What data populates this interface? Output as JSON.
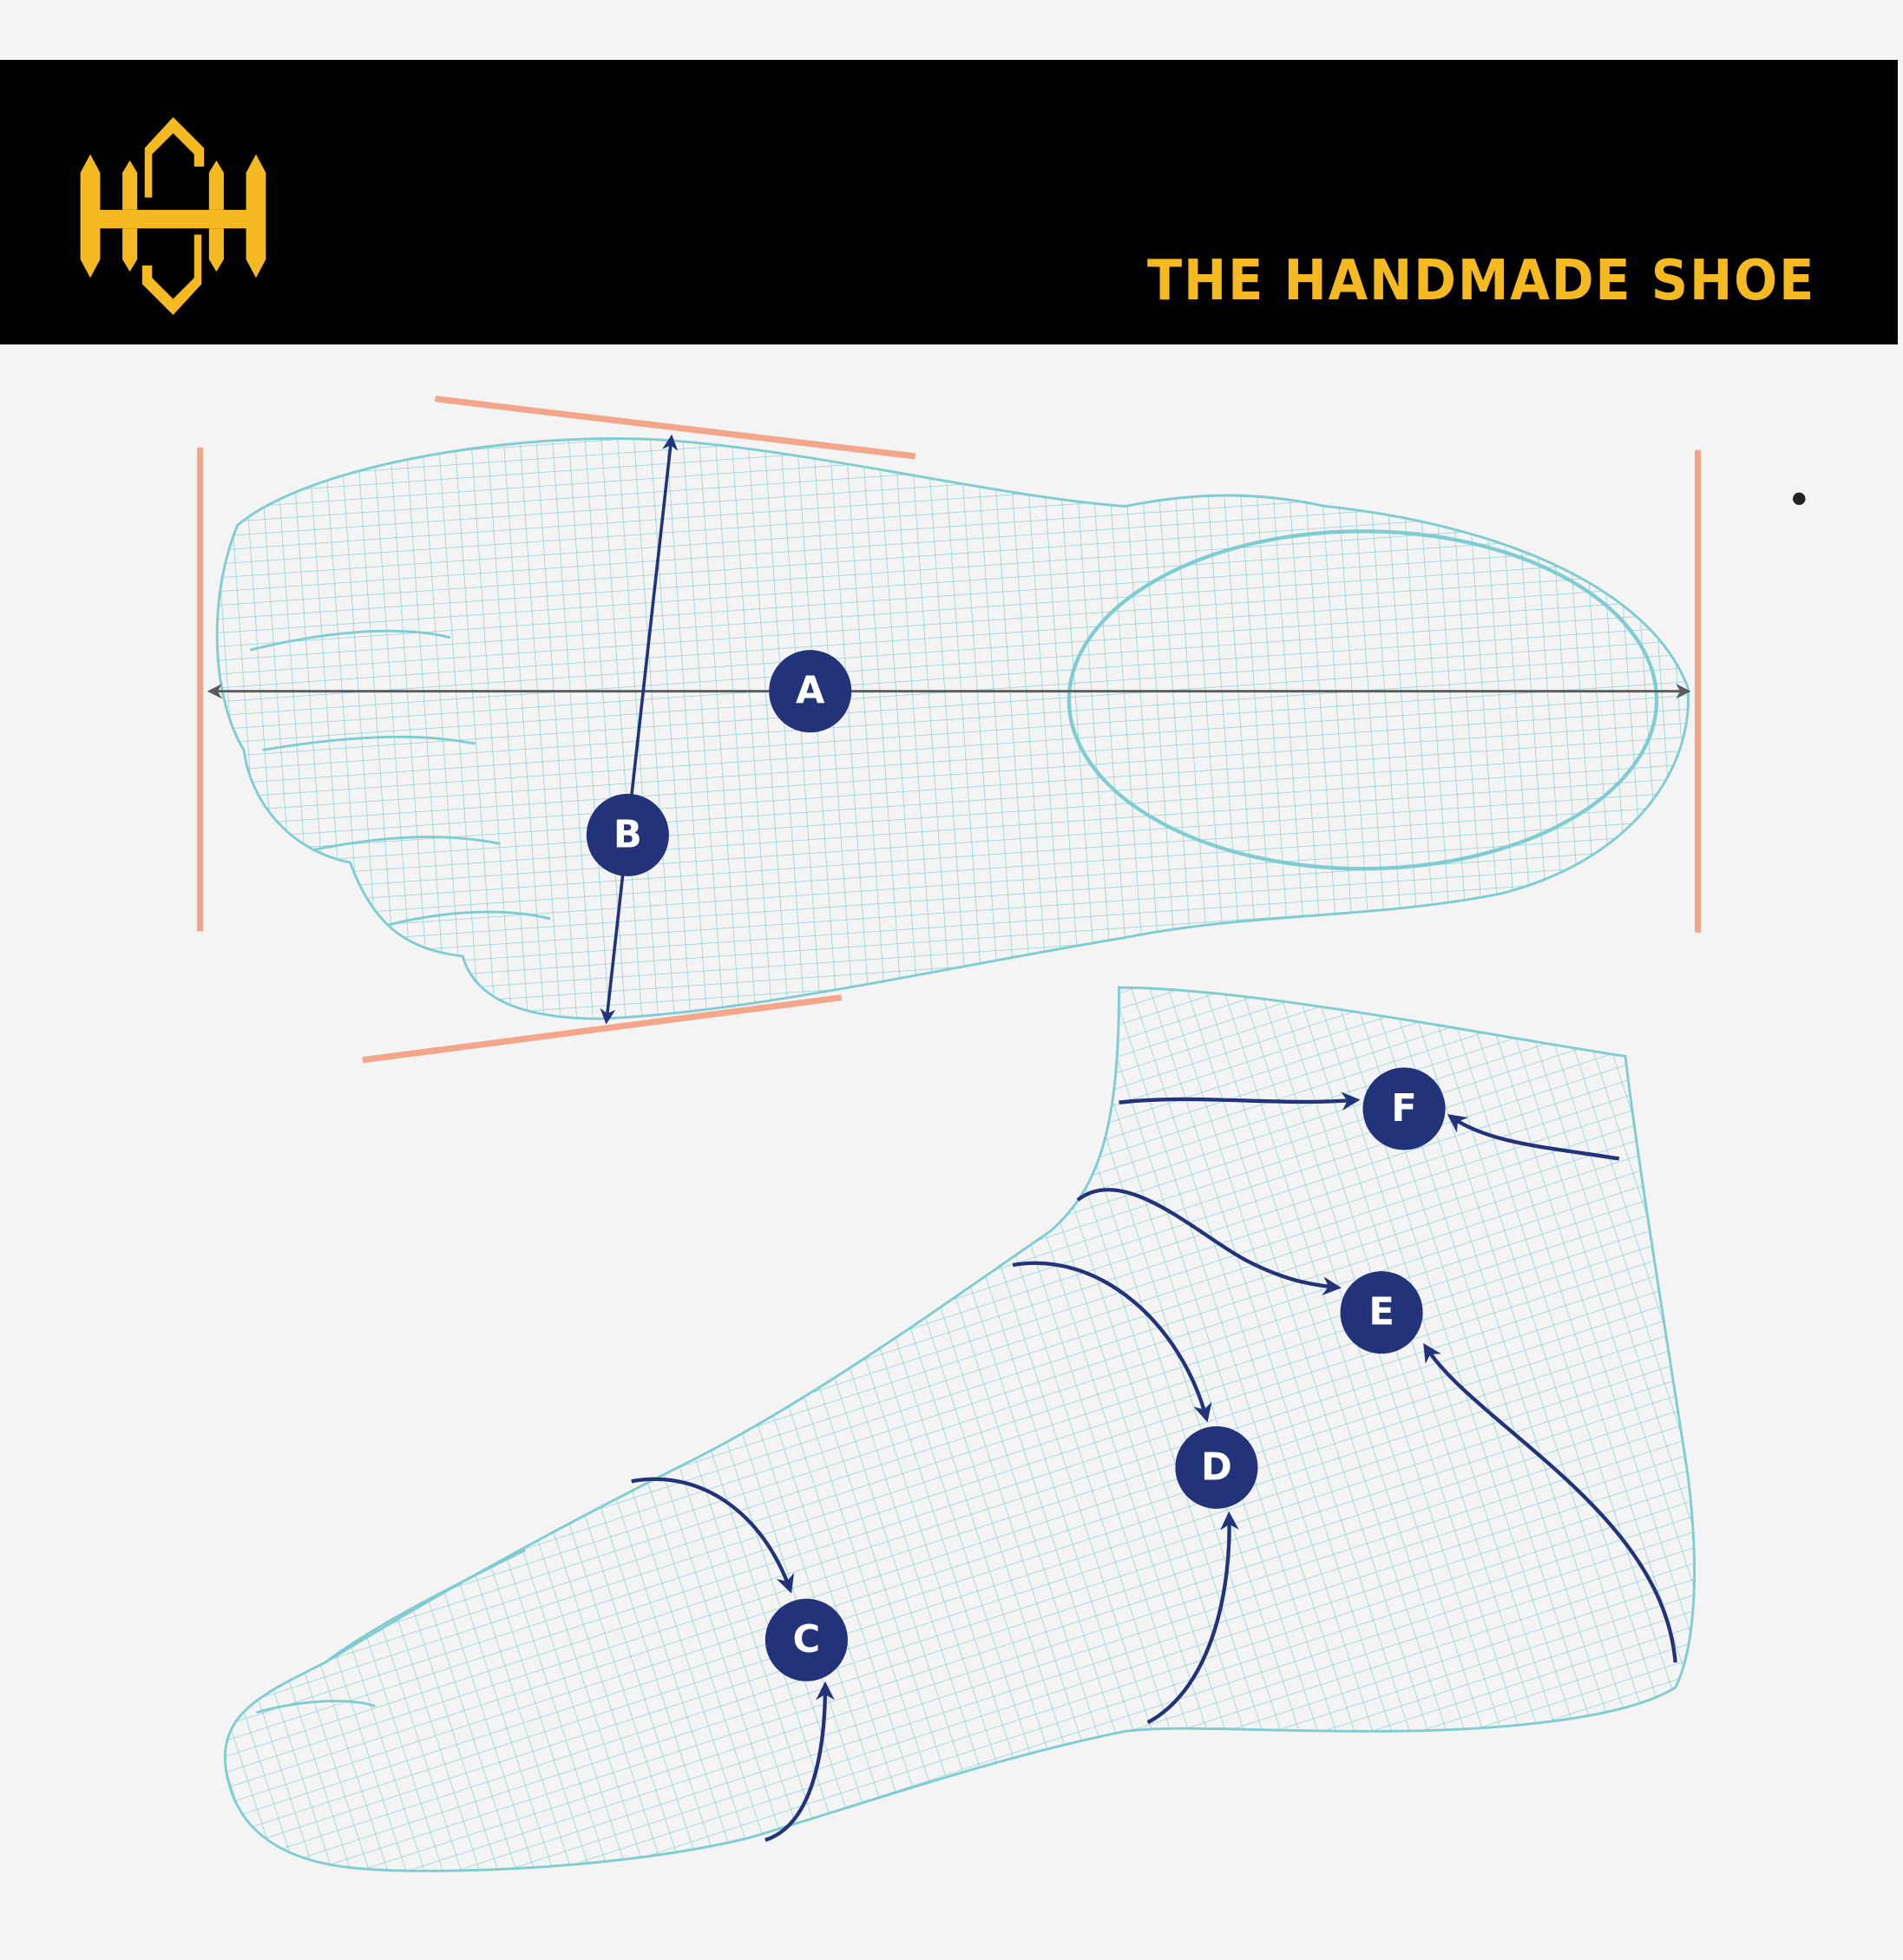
{
  "header": {
    "brand_title": "THE HANDMADE SHOE",
    "logo_monogram": "HS"
  },
  "diagram": {
    "labels": {
      "a": "A",
      "b": "B",
      "c": "C",
      "d": "D",
      "e": "E",
      "f": "F"
    }
  },
  "colors": {
    "header_bg": "#000000",
    "brand_yellow": "#f5b921",
    "wireframe": "#7fccd2",
    "guide_lines": "#f4a68a",
    "marker_navy": "#23337a",
    "axis_gray": "#5a5a5a"
  }
}
